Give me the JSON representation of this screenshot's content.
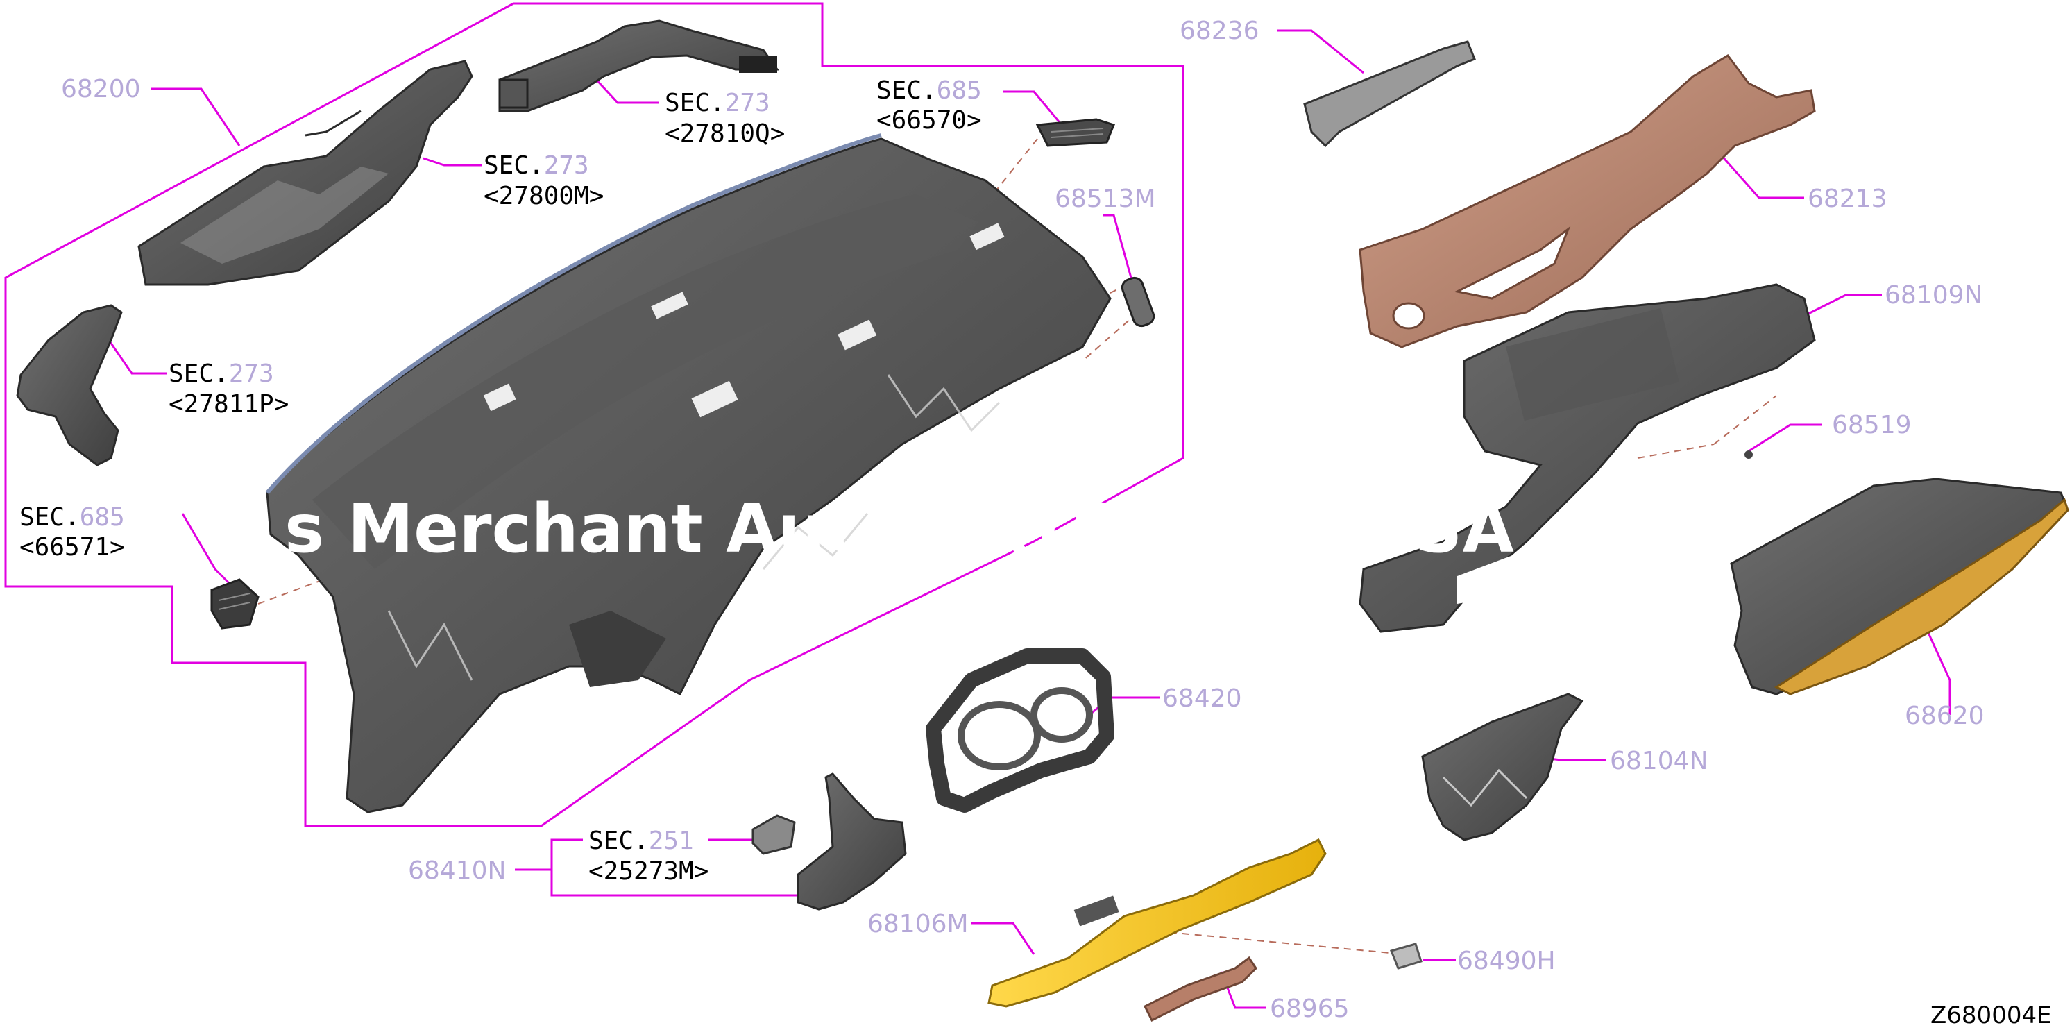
{
  "diagram": {
    "id": "Z680004E",
    "watermark": "s Merchant Auto                         ARTS STORE.SA",
    "colors": {
      "callout_line": "#e100e1",
      "part_number": "#b5a8d8",
      "panel_dark": "#4a4a4a",
      "panel_mid": "#6b6b6b",
      "panel_light": "#9a9a9a",
      "trim_brown": "#b77f69",
      "trim_yellow": "#f5c51c",
      "trim_amber": "#d8a23a"
    },
    "part_numbers": {
      "p68200": "68200",
      "p68236": "68236",
      "p68213": "68213",
      "p68513M": "68513M",
      "p68109N": "68109N",
      "p68519": "68519",
      "p68620": "68620",
      "p68420": "68420",
      "p68104N": "68104N",
      "p68410N": "68410N",
      "p68106M": "68106M",
      "p68490H": "68490H",
      "p68965": "68965"
    },
    "sections": [
      {
        "word": "SEC.",
        "number": "273",
        "ref": "<27810Q>"
      },
      {
        "word": "SEC.",
        "number": "273",
        "ref": "<27800M>"
      },
      {
        "word": "SEC.",
        "number": "273",
        "ref": "<27811P>"
      },
      {
        "word": "SEC.",
        "number": "685",
        "ref": "<66570>"
      },
      {
        "word": "SEC.",
        "number": "685",
        "ref": "<66571>"
      },
      {
        "word": "SEC.",
        "number": "251",
        "ref": "<25273M>"
      }
    ]
  }
}
